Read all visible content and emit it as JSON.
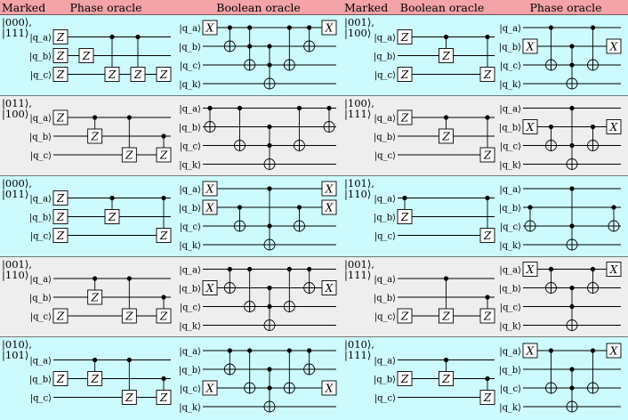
{
  "headers": [
    "Marked",
    "Phase oracle",
    "Boolean oracle",
    "Marked",
    "Boolean oracle",
    "Phase oracle"
  ],
  "colors": {
    "header_bg": "#f4a3a8",
    "cyan_bg": "#cdfafc",
    "gray_bg": "#eeeeee",
    "line": "#000000"
  },
  "qubit_labels": [
    "|q_a⟩",
    "|q_b⟩",
    "|q_c⟩",
    "|q_k⟩"
  ],
  "rows": [
    {
      "bg": "cyan",
      "left_marked": [
        "|000⟩,",
        "|111⟩"
      ],
      "right_marked": [
        "|001⟩,",
        "|100⟩"
      ],
      "circuits": [
        {
          "wires": 3,
          "ops": [
            {
              "t": "Z",
              "q": [
                0,
                1,
                2
              ]
            },
            {
              "t": "Z",
              "q": [
                1
              ]
            },
            {
              "t": "c",
              "ctrl": [
                0
              ],
              "g": "Z",
              "tq": 2
            },
            {
              "t": "c",
              "ctrl": [
                0
              ],
              "g": "Z",
              "tq": 2
            },
            {
              "t": "Z",
              "q": [
                2
              ]
            }
          ]
        },
        {
          "wires": 4,
          "ops": [
            {
              "t": "X",
              "q": [
                0
              ]
            },
            {
              "t": "cx",
              "ctrl": [
                0
              ],
              "tq": 1
            },
            {
              "t": "cx",
              "ctrl": [
                0,
                1
              ],
              "tq": 2
            },
            {
              "t": "cx",
              "ctrl": [
                1,
                2
              ],
              "tq": 3
            },
            {
              "t": "cx",
              "ctrl": [
                0
              ],
              "tq": 2
            },
            {
              "t": "cx",
              "ctrl": [
                0
              ],
              "tq": 1
            },
            {
              "t": "X",
              "q": [
                0
              ]
            }
          ]
        },
        {
          "wires": 3,
          "ops": [
            {
              "t": "Z",
              "q": [
                0,
                2
              ]
            },
            {
              "t": "c",
              "ctrl": [
                0
              ],
              "g": "Z",
              "tq": 1
            },
            {
              "t": "c",
              "ctrl": [
                0
              ],
              "g": "Z",
              "tq": 2
            }
          ]
        },
        {
          "wires": 4,
          "ops": [
            {
              "t": "X",
              "q": [
                1
              ]
            },
            {
              "t": "cx",
              "ctrl": [
                0
              ],
              "tq": 2
            },
            {
              "t": "cx",
              "ctrl": [
                1,
                2
              ],
              "tq": 3
            },
            {
              "t": "cx",
              "ctrl": [
                0
              ],
              "tq": 2
            },
            {
              "t": "X",
              "q": [
                1
              ]
            }
          ]
        }
      ]
    },
    {
      "bg": "gray",
      "left_marked": [
        "|011⟩,",
        "|100⟩"
      ],
      "right_marked": [
        "|100⟩,",
        "|111⟩"
      ],
      "circuits": [
        {
          "wires": 3,
          "ops": [
            {
              "t": "Z",
              "q": [
                0
              ]
            },
            {
              "t": "c",
              "ctrl": [
                0
              ],
              "g": "Z",
              "tq": 1
            },
            {
              "t": "c",
              "ctrl": [
                0
              ],
              "g": "Z",
              "tq": 2
            },
            {
              "t": "c",
              "ctrl": [
                1
              ],
              "g": "Z",
              "tq": 2
            }
          ]
        },
        {
          "wires": 4,
          "ops": [
            {
              "t": "cx",
              "ctrl": [
                0
              ],
              "tq": 1
            },
            {
              "t": "cx",
              "ctrl": [
                0
              ],
              "tq": 2
            },
            {
              "t": "cx",
              "ctrl": [
                1,
                2
              ],
              "tq": 3
            },
            {
              "t": "cx",
              "ctrl": [
                0
              ],
              "tq": 2
            },
            {
              "t": "cx",
              "ctrl": [
                0
              ],
              "tq": 1
            }
          ]
        },
        {
          "wires": 3,
          "ops": [
            {
              "t": "Z",
              "q": [
                0
              ]
            },
            {
              "t": "c",
              "ctrl": [
                0
              ],
              "g": "Z",
              "tq": 1
            },
            {
              "t": "c",
              "ctrl": [
                0
              ],
              "g": "Z",
              "tq": 2
            }
          ]
        },
        {
          "wires": 4,
          "ops": [
            {
              "t": "X",
              "q": [
                1
              ]
            },
            {
              "t": "cx",
              "ctrl": [
                1
              ],
              "tq": 2
            },
            {
              "t": "cx",
              "ctrl": [
                0,
                2
              ],
              "tq": 3
            },
            {
              "t": "cx",
              "ctrl": [
                1
              ],
              "tq": 2
            },
            {
              "t": "X",
              "q": [
                1
              ]
            }
          ]
        }
      ]
    },
    {
      "bg": "cyan",
      "left_marked": [
        "|000⟩,",
        "|011⟩"
      ],
      "right_marked": [
        "|101⟩,",
        "|110⟩"
      ],
      "circuits": [
        {
          "wires": 3,
          "ops": [
            {
              "t": "Z",
              "q": [
                0,
                1,
                2
              ]
            },
            {
              "t": "c",
              "ctrl": [
                0
              ],
              "g": "Z",
              "tq": 1
            },
            {
              "t": "c",
              "ctrl": [
                0
              ],
              "g": "Z",
              "tq": 2
            }
          ]
        },
        {
          "wires": 4,
          "ops": [
            {
              "t": "X",
              "q": [
                0,
                1
              ]
            },
            {
              "t": "cx",
              "ctrl": [
                1
              ],
              "tq": 2
            },
            {
              "t": "cx",
              "ctrl": [
                0,
                2
              ],
              "tq": 3
            },
            {
              "t": "cx",
              "ctrl": [
                1
              ],
              "tq": 2
            },
            {
              "t": "X",
              "q": [
                0,
                1
              ]
            }
          ]
        },
        {
          "wires": 3,
          "ops": [
            {
              "t": "c",
              "ctrl": [
                0
              ],
              "g": "Z",
              "tq": 1
            },
            {
              "t": "c",
              "ctrl": [
                0
              ],
              "g": "Z",
              "tq": 2
            }
          ]
        },
        {
          "wires": 4,
          "ops": [
            {
              "t": "cx",
              "ctrl": [
                1
              ],
              "tq": 2
            },
            {
              "t": "cx",
              "ctrl": [
                0,
                2
              ],
              "tq": 3
            },
            {
              "t": "cx",
              "ctrl": [
                1
              ],
              "tq": 2
            }
          ]
        }
      ]
    },
    {
      "bg": "gray",
      "left_marked": [
        "|001⟩,",
        "|110⟩"
      ],
      "right_marked": [
        "|001⟩,",
        "|111⟩"
      ],
      "circuits": [
        {
          "wires": 3,
          "ops": [
            {
              "t": "Z",
              "q": [
                2
              ]
            },
            {
              "t": "c",
              "ctrl": [
                0
              ],
              "g": "Z",
              "tq": 1
            },
            {
              "t": "c",
              "ctrl": [
                0
              ],
              "g": "Z",
              "tq": 2
            },
            {
              "t": "c",
              "ctrl": [
                1
              ],
              "g": "Z",
              "tq": 2
            }
          ]
        },
        {
          "wires": 4,
          "ops": [
            {
              "t": "X",
              "q": [
                1
              ]
            },
            {
              "t": "cx",
              "ctrl": [
                0
              ],
              "tq": 1
            },
            {
              "t": "cx",
              "ctrl": [
                0
              ],
              "tq": 2
            },
            {
              "t": "cx",
              "ctrl": [
                1,
                2
              ],
              "tq": 3
            },
            {
              "t": "cx",
              "ctrl": [
                0
              ],
              "tq": 2
            },
            {
              "t": "cx",
              "ctrl": [
                0
              ],
              "tq": 1
            },
            {
              "t": "X",
              "q": [
                1
              ]
            }
          ]
        },
        {
          "wires": 3,
          "ops": [
            {
              "t": "Z",
              "q": [
                2
              ]
            },
            {
              "t": "c",
              "ctrl": [
                0
              ],
              "g": "Z",
              "tq": 2
            },
            {
              "t": "c",
              "ctrl": [
                1
              ],
              "g": "Z",
              "tq": 2
            }
          ]
        },
        {
          "wires": 4,
          "ops": [
            {
              "t": "X",
              "q": [
                0
              ]
            },
            {
              "t": "cx",
              "ctrl": [
                0
              ],
              "tq": 1
            },
            {
              "t": "cx",
              "ctrl": [
                1,
                2
              ],
              "tq": 3
            },
            {
              "t": "cx",
              "ctrl": [
                0
              ],
              "tq": 1
            },
            {
              "t": "X",
              "q": [
                0
              ]
            }
          ]
        }
      ]
    },
    {
      "bg": "cyan",
      "left_marked": [
        "|010⟩,",
        "|101⟩"
      ],
      "right_marked": [
        "|010⟩,",
        "|111⟩"
      ],
      "circuits": [
        {
          "wires": 3,
          "ops": [
            {
              "t": "Z",
              "q": [
                1
              ]
            },
            {
              "t": "c",
              "ctrl": [
                0
              ],
              "g": "Z",
              "tq": 1
            },
            {
              "t": "c",
              "ctrl": [
                0
              ],
              "g": "Z",
              "tq": 2
            },
            {
              "t": "c",
              "ctrl": [
                1
              ],
              "g": "Z",
              "tq": 2
            }
          ]
        },
        {
          "wires": 4,
          "ops": [
            {
              "t": "X",
              "q": [
                2
              ]
            },
            {
              "t": "cx",
              "ctrl": [
                0
              ],
              "tq": 1
            },
            {
              "t": "cx",
              "ctrl": [
                0
              ],
              "tq": 2
            },
            {
              "t": "cx",
              "ctrl": [
                1,
                2
              ],
              "tq": 3
            },
            {
              "t": "cx",
              "ctrl": [
                0
              ],
              "tq": 2
            },
            {
              "t": "cx",
              "ctrl": [
                0
              ],
              "tq": 1
            },
            {
              "t": "X",
              "q": [
                2
              ]
            }
          ]
        },
        {
          "wires": 3,
          "ops": [
            {
              "t": "Z",
              "q": [
                1
              ]
            },
            {
              "t": "c",
              "ctrl": [
                0
              ],
              "g": "Z",
              "tq": 1
            },
            {
              "t": "c",
              "ctrl": [
                1
              ],
              "g": "Z",
              "tq": 2
            }
          ]
        },
        {
          "wires": 4,
          "ops": [
            {
              "t": "X",
              "q": [
                0
              ]
            },
            {
              "t": "cx",
              "ctrl": [
                0
              ],
              "tq": 2
            },
            {
              "t": "cx",
              "ctrl": [
                1,
                2
              ],
              "tq": 3
            },
            {
              "t": "cx",
              "ctrl": [
                0
              ],
              "tq": 2
            },
            {
              "t": "X",
              "q": [
                0
              ]
            }
          ]
        }
      ]
    }
  ]
}
